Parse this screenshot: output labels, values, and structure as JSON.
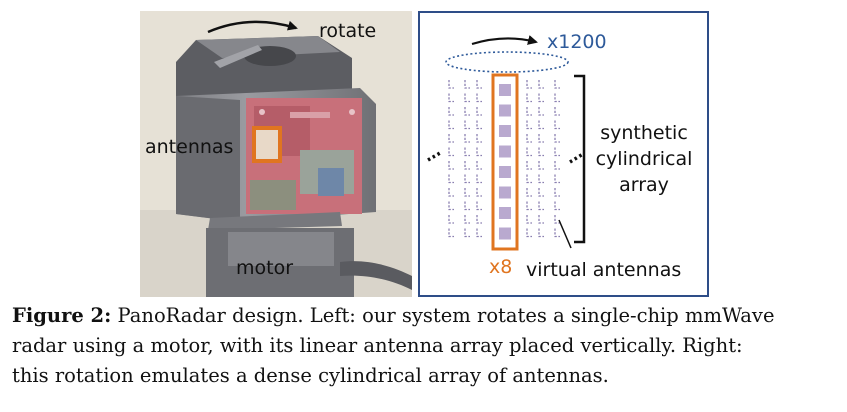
{
  "photo_panel": {
    "labels": {
      "rotate": "rotate",
      "antennas": "antennas",
      "motor": "motor"
    }
  },
  "diagram_panel": {
    "labels": {
      "multiplier": "x1200",
      "synthetic_line1": "synthetic",
      "synthetic_line2": "cylindrical",
      "synthetic_line3": "array",
      "count": "x8",
      "virtual": "virtual antennas"
    },
    "colors": {
      "border": "#2e4d88",
      "highlight": "#e07520",
      "virtual_antenna": "#8a7fb0",
      "real_antenna": "#b9a9cf",
      "ellipse": "#2e5a9a"
    }
  },
  "caption": {
    "figure_label": "Figure 2:",
    "line1": " PanoRadar design. Left: our system rotates a single-chip mmWave",
    "line2": "radar using a motor, with its linear antenna array placed vertically. Right:",
    "line3": "this rotation emulates a dense cylindrical array of antennas."
  }
}
